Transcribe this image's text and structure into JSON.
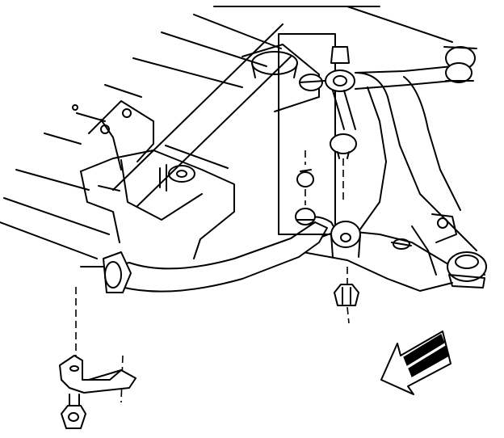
{
  "figure": {
    "kind": "exploded-view service illustration",
    "text_labels": [],
    "colors": {
      "ink": "#000000",
      "paper": "#ffffff"
    },
    "parts": [
      "frame-rail",
      "frame-crossmember",
      "stabilizer-bar",
      "stabilizer-bar-bushing",
      "bushing-clamp",
      "clamp-bolt",
      "stabilizer-link-bolt",
      "link-bushings",
      "link-spacer",
      "link-nut",
      "lower-control-arm",
      "lower-ball-joint",
      "upper-control-arm-bushing"
    ],
    "indicators": [
      "front-direction-arrow"
    ]
  }
}
